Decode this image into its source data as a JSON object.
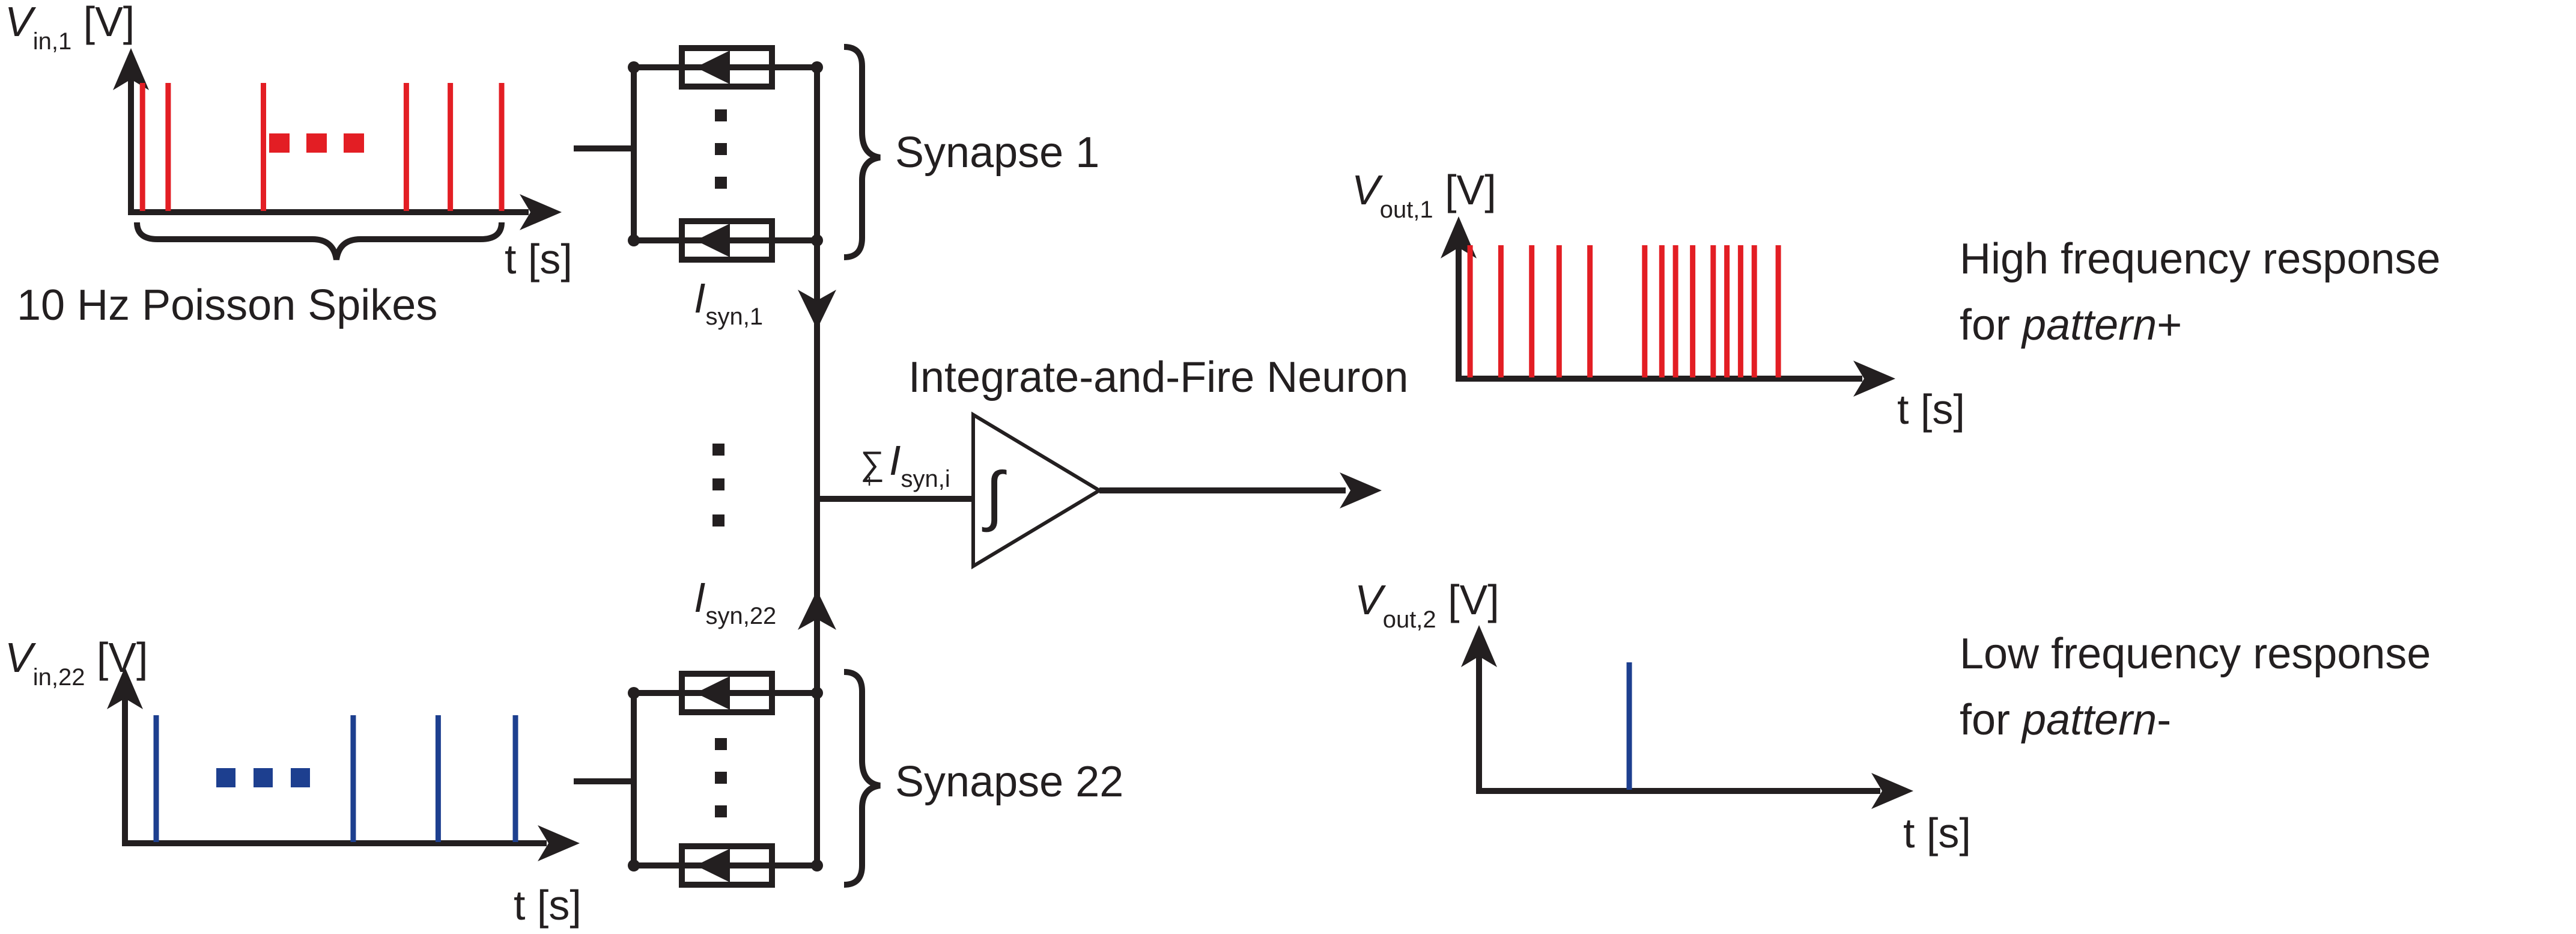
{
  "labels": {
    "vin1_main": "V",
    "vin1_sub": "in,1",
    "vin1_unit": " [V]",
    "vin22_main": "V",
    "vin22_sub": "in,22",
    "vin22_unit": " [V]",
    "vout1_main": "V",
    "vout1_sub": "out,1",
    "vout1_unit": " [V]",
    "vout2_main": "V",
    "vout2_sub": "out,2",
    "vout2_unit": " [V]",
    "t_axis": "t [s]",
    "poisson": "10 Hz Poisson Spikes",
    "synapse1": "Synapse 1",
    "synapse22": "Synapse 22",
    "isyn1_main": "I",
    "isyn1_sub": "syn,1",
    "isyn22_main": "I",
    "isyn22_sub": "syn,22",
    "sum_symbol": "∑",
    "sum_index": "i",
    "sum_main": "I",
    "sum_sub": "syn,i",
    "neuron": "Integrate-and-Fire Neuron",
    "integral": "∫",
    "high_line1": "High frequency response",
    "high_line2_prefix": "for ",
    "high_line2_italic": "pattern",
    "high_line2_suffix": "+",
    "low_line1": "Low frequency response",
    "low_line2_prefix": "for ",
    "low_line2_italic": "pattern",
    "low_line2_suffix": "-",
    "ellipsis_dot": "■"
  },
  "colors": {
    "input1_spikes": "#e31e24",
    "input22_spikes": "#1d3f8f",
    "output1_spikes": "#e31e24",
    "output2_spikes": "#1d3f8f",
    "line": "#231f20"
  },
  "spike_trains": {
    "input1": [
      0.02,
      0.09,
      0.35,
      0.74,
      0.86,
      1.0
    ],
    "input22": [
      0.07,
      0.58,
      0.8,
      1.0
    ],
    "output1": [
      0.03,
      0.12,
      0.21,
      0.29,
      0.38,
      0.54,
      0.59,
      0.63,
      0.68,
      0.74,
      0.78,
      0.82,
      0.86,
      0.93
    ],
    "output2": [
      0.38
    ]
  }
}
